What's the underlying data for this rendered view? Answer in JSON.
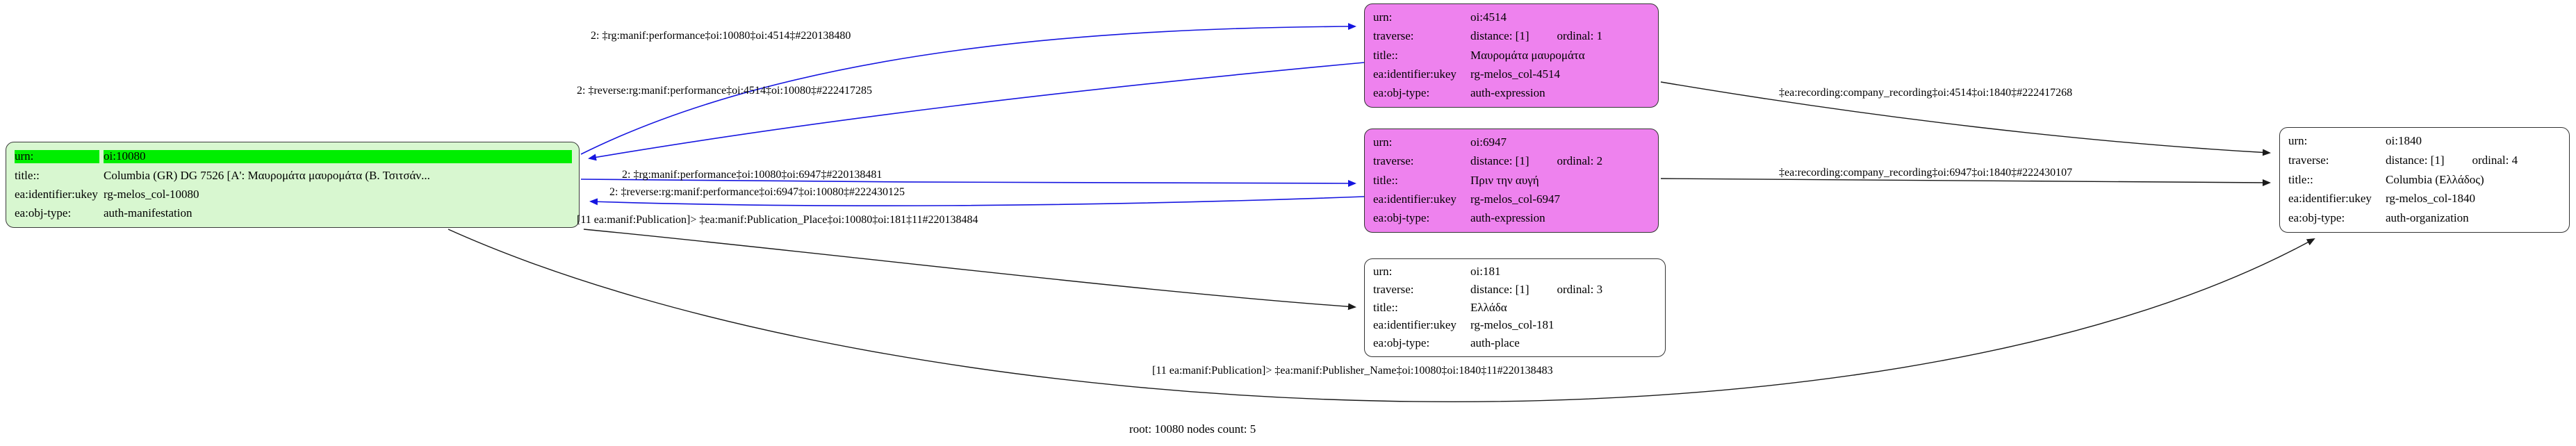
{
  "graph": {
    "footer": "root: 10080 nodes count: 5",
    "colors": {
      "root_node_bg": "#d8f7d0",
      "root_node_header_bg": "#00ee00",
      "expression_node_bg": "#ee82ee",
      "plain_node_bg": "#ffffff",
      "blue_edge": "#1515e0",
      "black_edge": "#1a1a1a"
    },
    "nodes": [
      {
        "id": "oi:10080",
        "rows": [
          {
            "key": "urn:",
            "value": "oi:10080"
          },
          {
            "key": "title::",
            "value": "Columbia (GR) DG 7526 [Α': Μαυρομάτα μαυρομάτα (Β. Τσιτσάν..."
          },
          {
            "key": "ea:identifier:ukey",
            "value": "rg-melos_col-10080"
          },
          {
            "key": "ea:obj-type:",
            "value": "auth-manifestation"
          }
        ]
      },
      {
        "id": "oi:4514",
        "rows": [
          {
            "key": "urn:",
            "value": "oi:4514"
          },
          {
            "key": "traverse:",
            "value": "distance: [1]",
            "extra": "ordinal: 1"
          },
          {
            "key": "title::",
            "value": "Μαυρομάτα μαυρομάτα"
          },
          {
            "key": "ea:identifier:ukey",
            "value": "rg-melos_col-4514"
          },
          {
            "key": "ea:obj-type:",
            "value": "auth-expression"
          }
        ]
      },
      {
        "id": "oi:6947",
        "rows": [
          {
            "key": "urn:",
            "value": "oi:6947"
          },
          {
            "key": "traverse:",
            "value": "distance: [1]",
            "extra": "ordinal: 2"
          },
          {
            "key": "title::",
            "value": "Πριν την αυγή"
          },
          {
            "key": "ea:identifier:ukey",
            "value": "rg-melos_col-6947"
          },
          {
            "key": "ea:obj-type:",
            "value": "auth-expression"
          }
        ]
      },
      {
        "id": "oi:181",
        "rows": [
          {
            "key": "urn:",
            "value": "oi:181"
          },
          {
            "key": "traverse:",
            "value": "distance: [1]",
            "extra": "ordinal: 3"
          },
          {
            "key": "title::",
            "value": "Ελλάδα"
          },
          {
            "key": "ea:identifier:ukey",
            "value": "rg-melos_col-181"
          },
          {
            "key": "ea:obj-type:",
            "value": "auth-place"
          }
        ]
      },
      {
        "id": "oi:1840",
        "rows": [
          {
            "key": "urn:",
            "value": "oi:1840"
          },
          {
            "key": "traverse:",
            "value": "distance: [1]",
            "extra": "ordinal: 4"
          },
          {
            "key": "title::",
            "value": "Columbia (Ελλάδος)"
          },
          {
            "key": "ea:identifier:ukey",
            "value": "rg-melos_col-1840"
          },
          {
            "key": "ea:obj-type:",
            "value": "auth-organization"
          }
        ]
      }
    ],
    "edges": [
      {
        "label": "2: ‡rg:manif:performance‡oi:10080‡oi:4514‡#220138480"
      },
      {
        "label": "2: ‡reverse:rg:manif:performance‡oi:4514‡oi:10080‡#222417285"
      },
      {
        "label": "2: ‡rg:manif:performance‡oi:10080‡oi:6947‡#220138481"
      },
      {
        "label": "2: ‡reverse:rg:manif:performance‡oi:6947‡oi:10080‡#222430125"
      },
      {
        "label": "[11 ea:manif:Publication]> ‡ea:manif:Publication_Place‡oi:10080‡oi:181‡11#220138484"
      },
      {
        "label": "‡ea:recording:company_recording‡oi:4514‡oi:1840‡#222417268"
      },
      {
        "label": "‡ea:recording:company_recording‡oi:6947‡oi:1840‡#222430107"
      },
      {
        "label": "[11 ea:manif:Publication]> ‡ea:manif:Publisher_Name‡oi:10080‡oi:1840‡11#220138483"
      }
    ]
  }
}
